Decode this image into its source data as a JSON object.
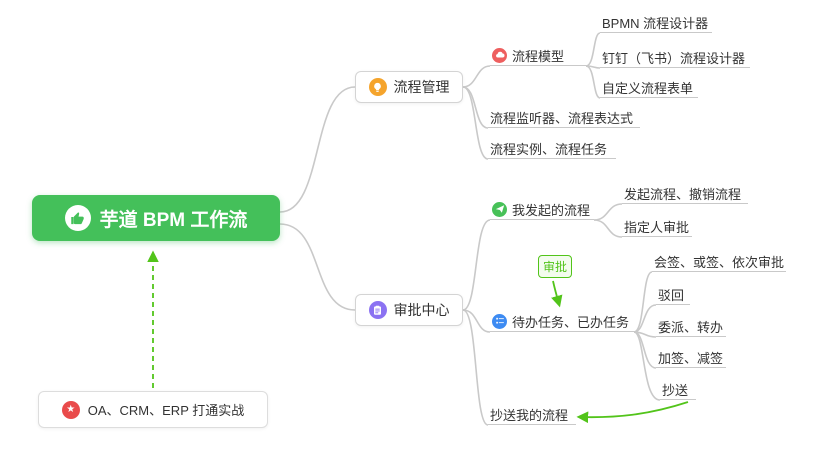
{
  "root": {
    "label": "芋道 BPM 工作流"
  },
  "note": {
    "label": "OA、CRM、ERP 打通实战"
  },
  "arrow_label": "审批",
  "branches": [
    {
      "label": "流程管理",
      "children": [
        {
          "label": "流程模型",
          "children": [
            {
              "label": "BPMN 流程设计器"
            },
            {
              "label": "钉钉（飞书）流程设计器"
            },
            {
              "label": "自定义流程表单"
            }
          ]
        },
        {
          "label": "流程监听器、流程表达式"
        },
        {
          "label": "流程实例、流程任务"
        }
      ]
    },
    {
      "label": "审批中心",
      "children": [
        {
          "label": "我发起的流程",
          "children": [
            {
              "label": "发起流程、撤销流程"
            },
            {
              "label": "指定人审批"
            }
          ]
        },
        {
          "label": "待办任务、已办任务",
          "children": [
            {
              "label": "会签、或签、依次审批"
            },
            {
              "label": "驳回"
            },
            {
              "label": "委派、转办"
            },
            {
              "label": "加签、减签"
            },
            {
              "label": "抄送"
            }
          ]
        },
        {
          "label": "抄送我的流程"
        }
      ]
    }
  ],
  "icons": {
    "root": "thumbs-up-icon",
    "note": "star-icon",
    "process_management": "lightbulb-icon",
    "process_model": "cloud-icon",
    "approval_center": "clipboard-icon",
    "my_initiated": "paper-plane-icon",
    "todo_tasks": "checklist-icon"
  },
  "colors": {
    "root_bg": "#44C05A",
    "connector_gray": "#C9C9C9",
    "arrow_green": "#52C41A",
    "icon_orange": "#F5A42C",
    "icon_red": "#EE5F5F",
    "icon_purple": "#8B72F2",
    "icon_green": "#47C158",
    "icon_blue": "#3D8BF2",
    "icon_star_red": "#E94B4B"
  }
}
